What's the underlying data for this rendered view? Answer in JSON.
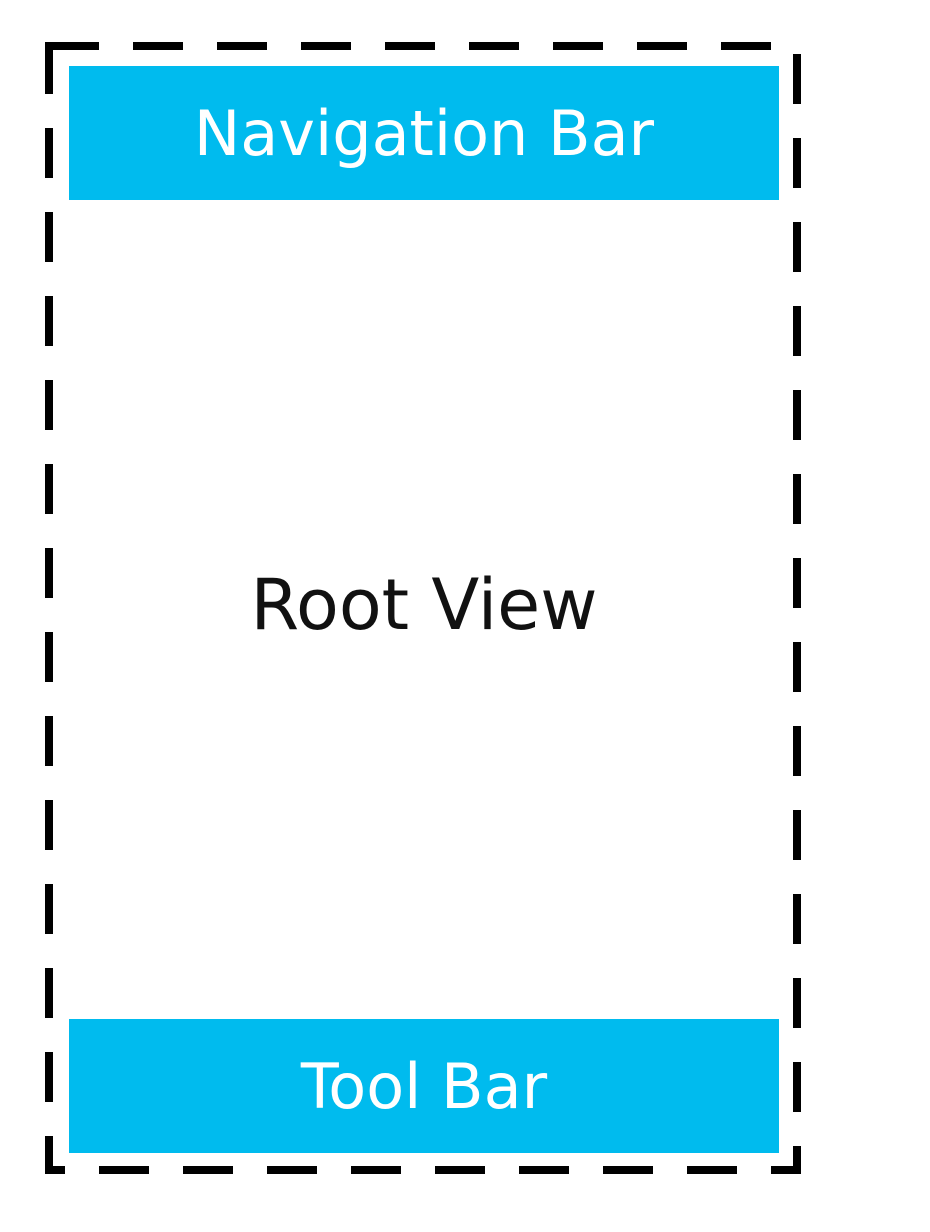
{
  "colors": {
    "bar_fill": "#00bbee",
    "bar_text": "#ffffff",
    "outline": "#000000",
    "root_text": "#111111"
  },
  "navigation_bar": {
    "label": "Navigation Bar"
  },
  "root_view": {
    "label": "Root View"
  },
  "tool_bar": {
    "label": "Tool Bar"
  }
}
